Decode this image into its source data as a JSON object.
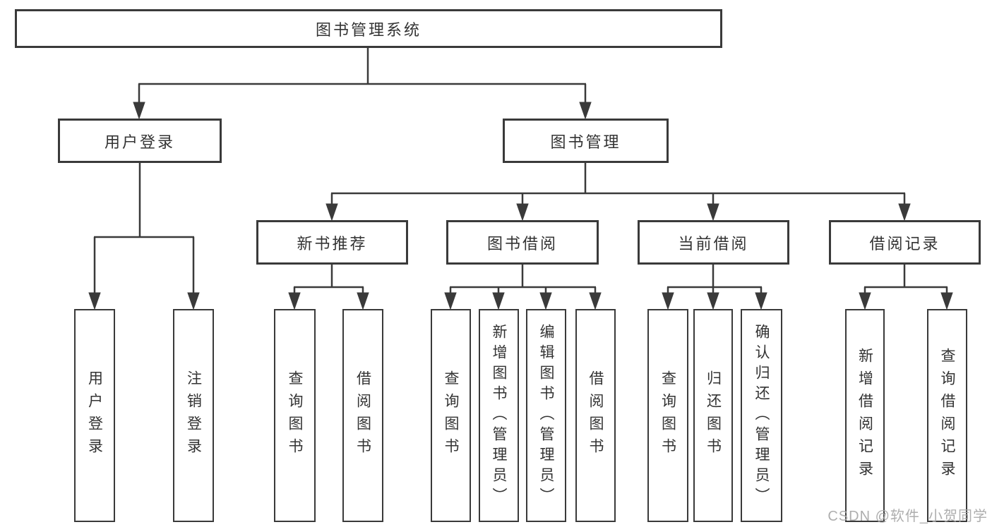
{
  "colors": {
    "background": "#ffffff",
    "line": "#3a3a3a",
    "box_border": "#3a3a3a",
    "text": "#333333",
    "watermark": "#a8a8a8"
  },
  "tree": {
    "label": "图书管理系统",
    "children": [
      {
        "label": "用户登录",
        "children": [
          {
            "label": "用户登录"
          },
          {
            "label": "注销登录"
          }
        ]
      },
      {
        "label": "图书管理",
        "children": [
          {
            "label": "新书推荐",
            "children": [
              {
                "label": "查询图书"
              },
              {
                "label": "借阅图书"
              }
            ]
          },
          {
            "label": "图书借阅",
            "children": [
              {
                "label": "查询图书"
              },
              {
                "label": "新增图书（管理员）"
              },
              {
                "label": "编辑图书（管理员）"
              },
              {
                "label": "借阅图书"
              }
            ]
          },
          {
            "label": "当前借阅",
            "children": [
              {
                "label": "查询图书"
              },
              {
                "label": "归还图书"
              },
              {
                "label": "确认归还（管理员）"
              }
            ]
          },
          {
            "label": "借阅记录",
            "children": [
              {
                "label": "新增借阅记录"
              },
              {
                "label": "查询借阅记录"
              }
            ]
          }
        ]
      }
    ]
  },
  "watermark": {
    "text": "CSDN @软件_小贺同学"
  }
}
